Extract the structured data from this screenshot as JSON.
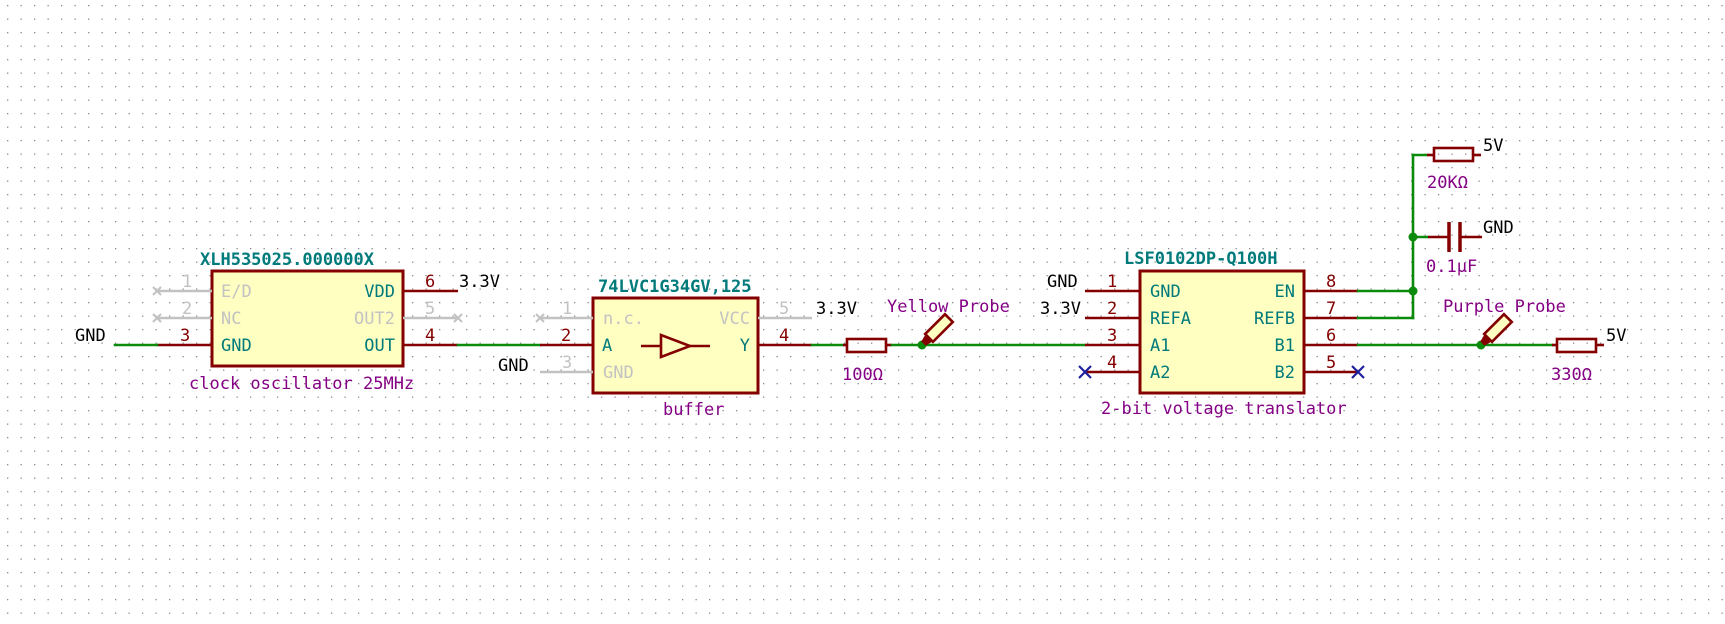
{
  "schematic": {
    "oscillator": {
      "refdes": "XLH535025.000000X",
      "description": "clock oscillator 25MHz",
      "pins_left": [
        {
          "num": "1",
          "name": "E/D",
          "connected": false
        },
        {
          "num": "2",
          "name": "NC",
          "connected": false
        },
        {
          "num": "3",
          "name": "GND",
          "connected": true
        }
      ],
      "pins_right": [
        {
          "num": "6",
          "name": "VDD",
          "connected": true
        },
        {
          "num": "5",
          "name": "OUT2",
          "connected": false
        },
        {
          "num": "4",
          "name": "OUT",
          "connected": true
        }
      ],
      "net_gnd": "GND",
      "net_vdd": "3.3V"
    },
    "buffer": {
      "refdes": "74LVC1G34GV,125",
      "description": "buffer",
      "pins_left": [
        {
          "num": "1",
          "name": "n.c.",
          "connected": false
        },
        {
          "num": "2",
          "name": "A",
          "connected": true
        },
        {
          "num": "3",
          "name": "GND",
          "connected": false
        }
      ],
      "pins_right": [
        {
          "num": "5",
          "name": "VCC",
          "connected": false
        },
        {
          "num": "4",
          "name": "Y",
          "connected": true
        }
      ],
      "net_gnd": "GND",
      "net_vcc": "3.3V"
    },
    "series_resistor": {
      "value": "100Ω"
    },
    "yellow_probe": {
      "label": "Yellow Probe"
    },
    "translator": {
      "refdes": "LSF0102DP-Q100H",
      "description": "2-bit voltage translator",
      "pins_left": [
        {
          "num": "1",
          "name": "GND"
        },
        {
          "num": "2",
          "name": "REFA"
        },
        {
          "num": "3",
          "name": "A1"
        },
        {
          "num": "4",
          "name": "A2"
        }
      ],
      "pins_right": [
        {
          "num": "8",
          "name": "EN"
        },
        {
          "num": "7",
          "name": "REFB"
        },
        {
          "num": "6",
          "name": "B1"
        },
        {
          "num": "5",
          "name": "B2"
        }
      ],
      "net_gnd": "GND",
      "net_refa": "3.3V"
    },
    "pullup_resistor": {
      "value": "20KΩ",
      "net": "5V"
    },
    "decoupling_cap": {
      "value": "0.1µF",
      "net": "GND"
    },
    "purple_probe": {
      "label": "Purple Probe"
    },
    "output_resistor": {
      "value": "330Ω",
      "net": "5V"
    }
  },
  "colors": {
    "wire": "#0b8a0b",
    "pin": "#840000",
    "body_fill": "#ffffc2",
    "refdes": "#007a7a",
    "value": "#840084",
    "no_connect": "#1f1f9e"
  }
}
